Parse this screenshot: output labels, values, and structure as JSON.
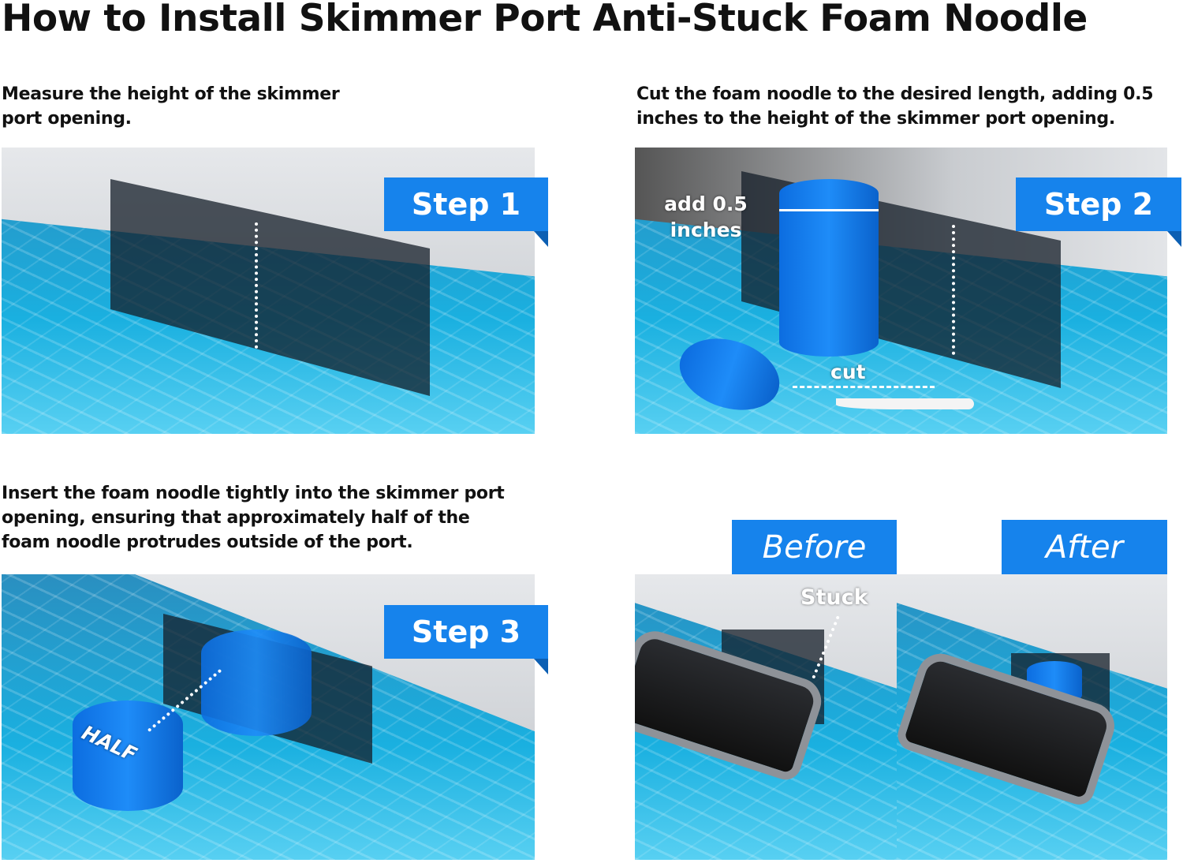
{
  "title": "How to Install Skimmer Port Anti-Stuck Foam Noodle",
  "steps": [
    {
      "tag": "Step 1",
      "caption": "Measure the height of the skimmer port opening."
    },
    {
      "tag": "Step 2",
      "caption": "Cut the foam noodle to the desired length, adding 0.5 inches to the height of the skimmer port opening.",
      "add_label": "add 0.5 inches",
      "cut_label": "cut"
    },
    {
      "tag": "Step 3",
      "caption": "Insert the foam noodle tightly into the skimmer port opening, ensuring that approximately half of the foam noodle protrudes outside of the port.",
      "half_label": "HALF"
    }
  ],
  "comparison": {
    "before": "Before",
    "after": "After",
    "stuck_label": "Stuck"
  },
  "colors": {
    "accent": "#1683ec"
  }
}
